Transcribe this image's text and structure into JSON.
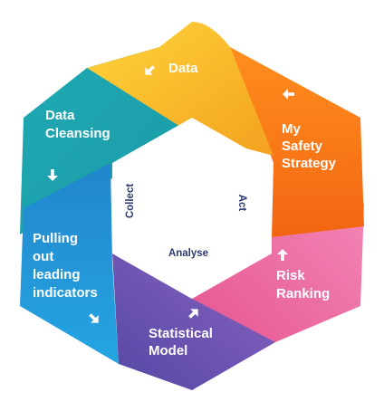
{
  "segments": [
    {
      "id": "data",
      "label_lines": [
        "Data"
      ],
      "color_from": "#ffcf2e",
      "color_to": "#f4a51f",
      "icon": "arrow-down-left-icon"
    },
    {
      "id": "strategy",
      "label_lines": [
        "My",
        "Safety",
        "Strategy"
      ],
      "color_from": "#ff8a1c",
      "color_to": "#f46a12",
      "icon": "arrow-left-icon"
    },
    {
      "id": "risk",
      "label_lines": [
        "Risk",
        "Ranking"
      ],
      "color_from": "#f47cb0",
      "color_to": "#e75b97",
      "icon": "arrow-up-icon"
    },
    {
      "id": "model",
      "label_lines": [
        "Statistical",
        "Model"
      ],
      "color_from": "#7a5bb6",
      "color_to": "#5a4aa6",
      "icon": "arrow-up-right-icon"
    },
    {
      "id": "indicators",
      "label_lines": [
        "Pulling",
        "out",
        "leading",
        "indicators"
      ],
      "color_from": "#1f97d6",
      "color_to": "#1278c1",
      "icon": "arrow-down-right-icon"
    },
    {
      "id": "cleansing",
      "label_lines": [
        "Data",
        "Cleansing"
      ],
      "color_from": "#1fb0b8",
      "color_to": "#1a98a6",
      "icon": "arrow-down-icon"
    }
  ],
  "phases": {
    "collect": "Collect",
    "act": "Act",
    "analyse": "Analyse"
  }
}
